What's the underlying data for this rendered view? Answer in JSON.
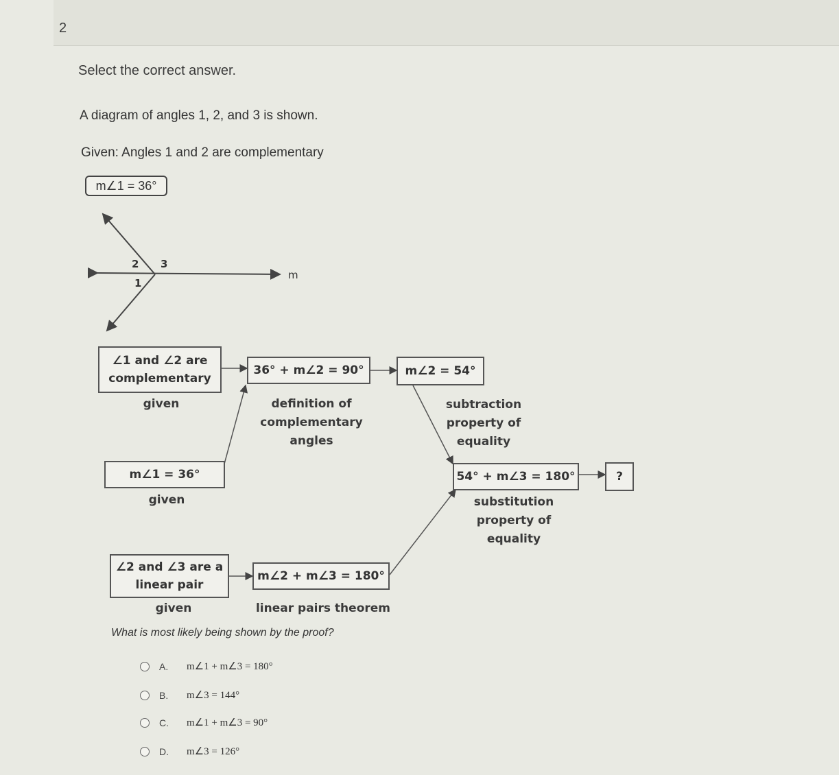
{
  "question": {
    "number": "2",
    "instruction": "Select the correct answer.",
    "stem": "A diagram of angles 1, 2, and 3 is shown.",
    "given": "Given: Angles 1 and 2 are complementary",
    "given_box": "m∠1 = 36°"
  },
  "diagram": {
    "labels": {
      "angle2": "2",
      "angle3": "3",
      "angle1": "1",
      "line": "m"
    }
  },
  "flowchart": {
    "boxes": {
      "b1": "∠1 and ∠2 are complementary",
      "b2": "36° + m∠2 = 90°",
      "b3": "m∠2 = 54°",
      "b4": "m∠1 = 36°",
      "b5": "54° + m∠3 = 180°",
      "b6": "?",
      "b7": "∠2 and ∠3 are a linear pair",
      "b8": "m∠2 + m∠3 = 180°"
    },
    "reasons": {
      "r1": "given",
      "r2": "definition of complementary angles",
      "r3": "subtraction property of equality",
      "r4": "given",
      "r5": "substitution property of equality",
      "r7": "given",
      "r8": "linear pairs theorem"
    }
  },
  "prompt": "What is most likely being shown by the proof?",
  "choices": [
    {
      "letter": "A.",
      "text": "m∠1 + m∠3 = 180°"
    },
    {
      "letter": "B.",
      "text": "m∠3 = 144°"
    },
    {
      "letter": "C.",
      "text": "m∠1 + m∠3 = 90°"
    },
    {
      "letter": "D.",
      "text": "m∠3 = 126°"
    }
  ]
}
